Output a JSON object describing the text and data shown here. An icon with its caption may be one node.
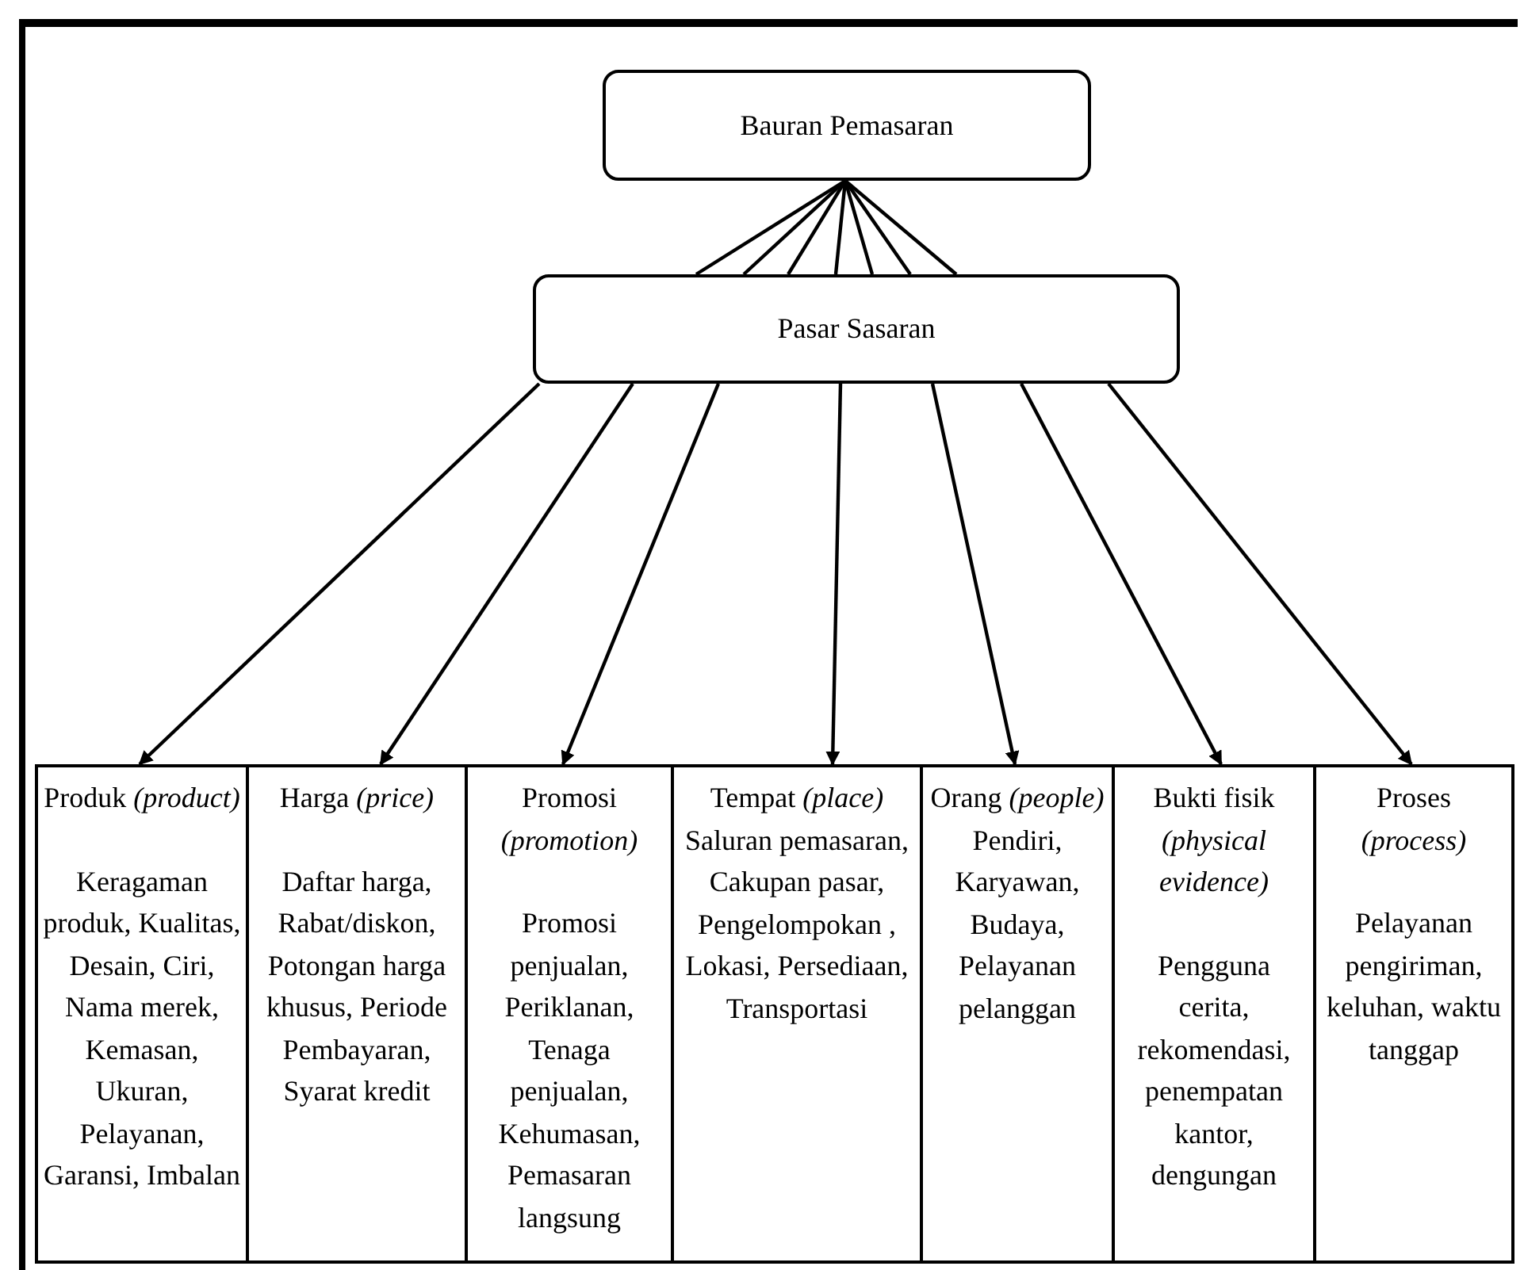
{
  "diagram": {
    "nodes": [
      {
        "text": [
          "Bauran Pemasaran"
        ]
      },
      {
        "text": [
          "Pasar  Sasaran"
        ]
      },
      {
        "text": [
          "Produk *(product)*",
          "Keragaman produk, Kualitas, Desain, Ciri, Nama merek, Kemasan, Ukuran, Pelayanan, Garansi, Imbalan"
        ]
      },
      {
        "text": [
          "Harga *(price)*",
          "Daftar harga, Rabat/diskon, Potongan harga khusus, Periode Pembayaran, Syarat kredit"
        ]
      },
      {
        "text": [
          "Promosi *(promotion)*",
          "Promosi penjualan, Periklanan, Tenaga penjualan, Kehumasan, Pemasaran langsung"
        ]
      },
      {
        "text": [
          "Tempat *(place)*",
          "Saluran pemasaran, Cakupan pasar, Pengelompokan , Lokasi, Persediaan, Transportasi"
        ]
      },
      {
        "text": [
          "Orang *(people)*",
          "Pendiri, Karyawan, Budaya, Pelayanan pelanggan"
        ]
      },
      {
        "text": [
          "Bukti fisik *(physical evidence)*",
          "Pengguna cerita, rekomendasi, penempatan kantor, dengungan"
        ]
      },
      {
        "text": [
          "Proses *(process)*",
          "Pelayanan pengiriman, keluhan, waktu tanggap"
        ]
      }
    ],
    "edges": [
      {
        "from": 0,
        "to": 1,
        "arrow": "none"
      },
      {
        "from": 0,
        "to": 1,
        "arrow": "none"
      },
      {
        "from": 0,
        "to": 1,
        "arrow": "none"
      },
      {
        "from": 0,
        "to": 1,
        "arrow": "none"
      },
      {
        "from": 0,
        "to": 1,
        "arrow": "none"
      },
      {
        "from": 0,
        "to": 1,
        "arrow": "none"
      },
      {
        "from": 0,
        "to": 1,
        "arrow": "none"
      },
      {
        "from": 1,
        "to": 2,
        "arrow": "to"
      },
      {
        "from": 1,
        "to": 3,
        "arrow": "to"
      },
      {
        "from": 1,
        "to": 4,
        "arrow": "to"
      },
      {
        "from": 1,
        "to": 5,
        "arrow": "to"
      },
      {
        "from": 1,
        "to": 6,
        "arrow": "to"
      },
      {
        "from": 1,
        "to": 7,
        "arrow": "to"
      },
      {
        "from": 1,
        "to": 8,
        "arrow": "to"
      }
    ]
  }
}
